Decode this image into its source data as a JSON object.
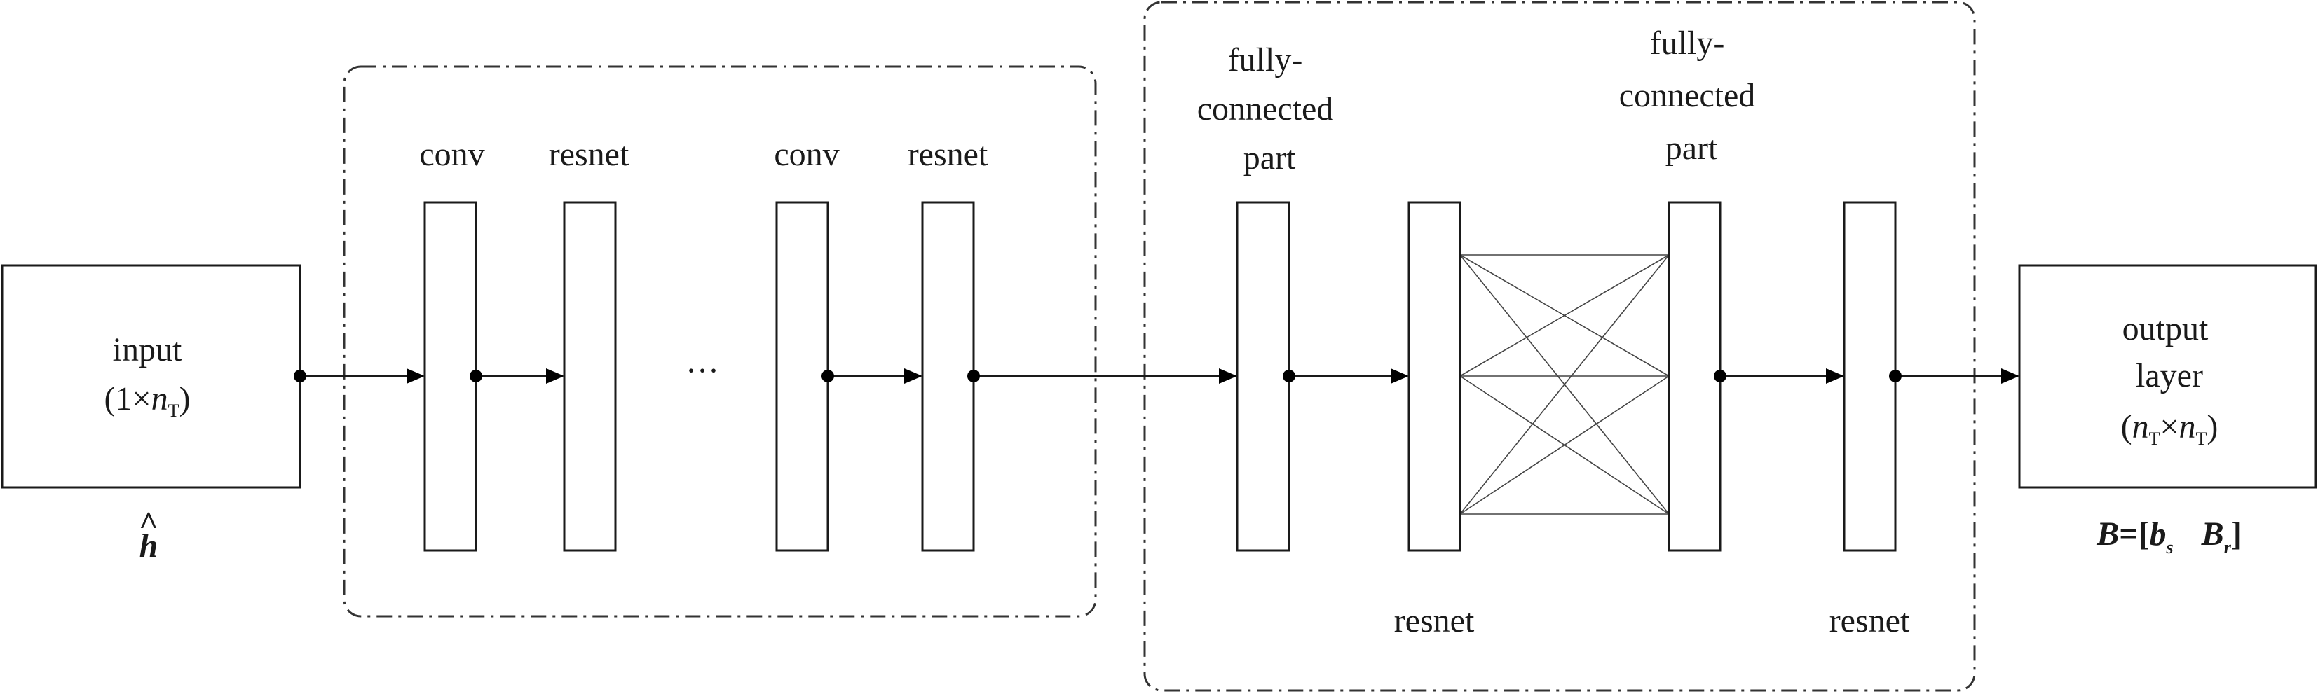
{
  "input_block": {
    "label": "input",
    "shape_prefix": "(1×",
    "shape_var": "n",
    "shape_sub": "T",
    "shape_suffix": ")",
    "symbol": "h",
    "symbol_accent": "^"
  },
  "conv_group": {
    "layer1_label": "conv",
    "layer2_label": "resnet",
    "ellipsis": "···",
    "layer3_label": "conv",
    "layer4_label": "resnet"
  },
  "fc_group": {
    "fc1_label": [
      "fully-",
      "connected",
      "part"
    ],
    "resnet1_label": "resnet",
    "fc2_label": [
      "fully-",
      "connected",
      "part"
    ],
    "resnet2_label": "resnet"
  },
  "output_block": {
    "label_line1": "output",
    "label_line2": "layer",
    "shape_open": "(",
    "shape_var1": "n",
    "shape_sub1": "T",
    "shape_times": "×",
    "shape_var2": "n",
    "shape_sub2": "T",
    "shape_close": ")",
    "formula_B": "B",
    "formula_eq": "=[",
    "formula_b": "b",
    "formula_b_sub": "s",
    "formula_Br": "B",
    "formula_Br_sub": "r",
    "formula_close": "]"
  }
}
